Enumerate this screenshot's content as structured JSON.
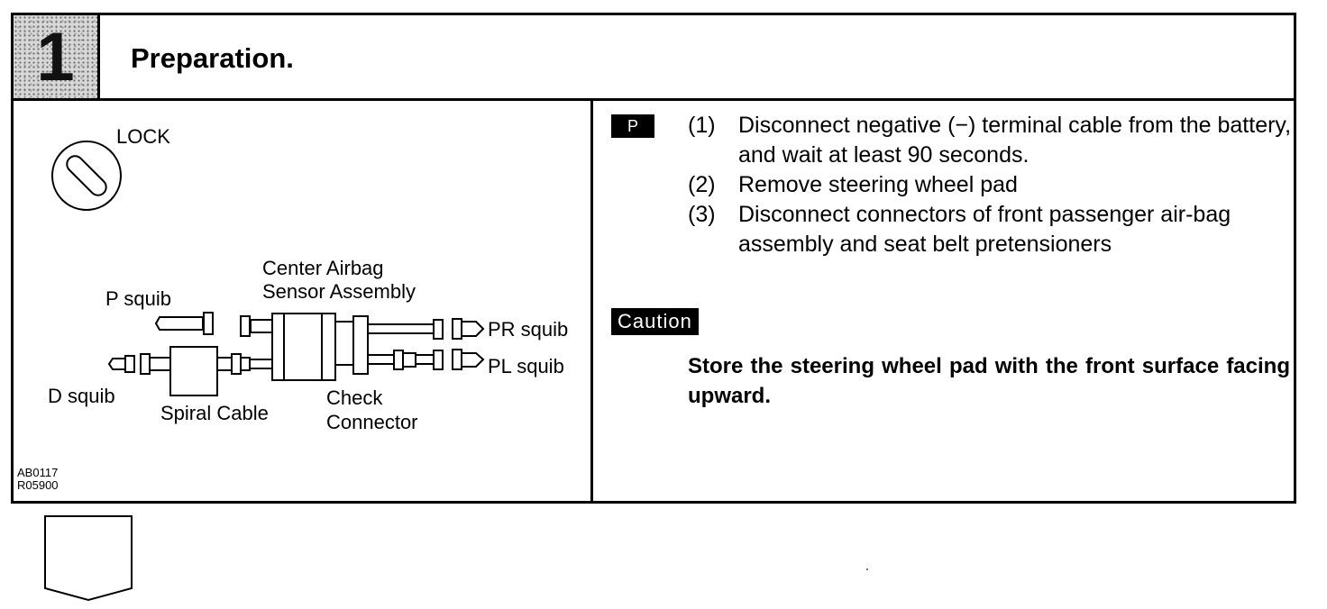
{
  "header": {
    "step_number": "1",
    "title": "Preparation."
  },
  "illustration": {
    "lock_label": "LOCK",
    "labels": {
      "center_airbag_line1": "Center Airbag",
      "center_airbag_line2": "Sensor Assembly",
      "p_squib": "P squib",
      "pr_squib": "PR squib",
      "pl_squib": "PL squib",
      "d_squib": "D squib",
      "spiral_cable": "Spiral Cable",
      "check_line1": "Check",
      "check_line2": "Connector"
    },
    "code_line1": "AB0117",
    "code_line2": "R05900"
  },
  "instructions": {
    "badge": "P",
    "steps": [
      {
        "num": "(1)",
        "text": "Disconnect negative (−) terminal cable from the battery, and wait at least 90 seconds."
      },
      {
        "num": "(2)",
        "text": "Remove steering wheel pad"
      },
      {
        "num": "(3)",
        "text": "Disconnect connectors of front passenger air-bag assembly and seat belt pretensioners"
      }
    ],
    "caution_label": "Caution",
    "caution_text": "Store the steering wheel pad with the front surface facing upward."
  }
}
